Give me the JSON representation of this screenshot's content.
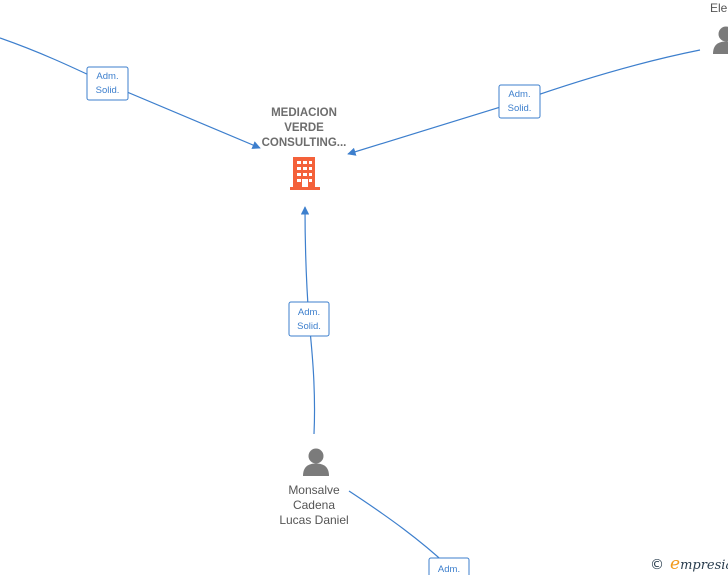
{
  "company": {
    "name_lines": [
      "MEDIACION",
      "VERDE",
      "CONSULTING..."
    ],
    "icon": "building-icon",
    "icon_color": "#f4613a"
  },
  "persons": [
    {
      "name_lines": [
        "Monsalve",
        "Cadena",
        "Lucas Daniel"
      ],
      "icon": "person-icon"
    },
    {
      "name_lines": [
        "Ele"
      ],
      "icon": "person-icon"
    }
  ],
  "relations": [
    {
      "label_lines": [
        "Adm.",
        "Solid."
      ]
    },
    {
      "label_lines": [
        "Adm.",
        "Solid."
      ]
    },
    {
      "label_lines": [
        "Adm.",
        "Solid."
      ]
    },
    {
      "label_lines": [
        "Adm."
      ]
    }
  ],
  "brand": {
    "copyright": "©",
    "initial": "e",
    "rest": "mpresia"
  },
  "colors": {
    "edge": "#3d7fcd",
    "person": "#7b7b7b",
    "company": "#f4613a"
  }
}
